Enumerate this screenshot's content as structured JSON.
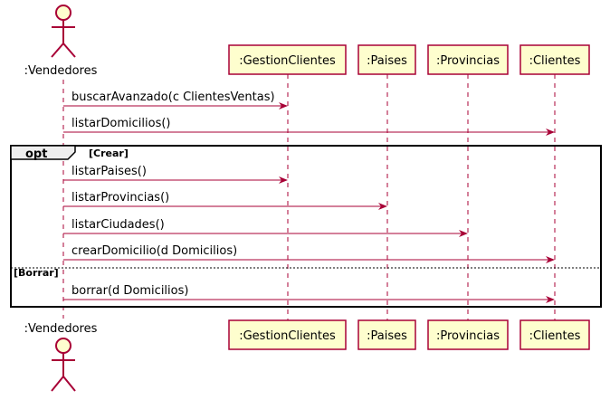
{
  "diagram": {
    "type": "sequence",
    "actor": {
      "name": ":Vendedores"
    },
    "participants": [
      {
        "id": "gestion",
        "name": ":GestionClientes"
      },
      {
        "id": "paises",
        "name": ":Paises"
      },
      {
        "id": "provincias",
        "name": ":Provincias"
      },
      {
        "id": "clientes",
        "name": ":Clientes"
      }
    ],
    "messages": [
      {
        "label": "buscarAvanzado(c ClientesVentas)",
        "from": "actor",
        "to": "gestion"
      },
      {
        "label": "listarDomicilios()",
        "from": "actor",
        "to": "clientes"
      },
      {
        "label": "listarPaises()",
        "from": "actor",
        "to": "gestion"
      },
      {
        "label": "listarProvincias()",
        "from": "actor",
        "to": "paises"
      },
      {
        "label": "listarCiudades()",
        "from": "actor",
        "to": "provincias"
      },
      {
        "label": "crearDomicilio(d Domicilios)",
        "from": "actor",
        "to": "clientes"
      },
      {
        "label": "borrar(d Domicilios)",
        "from": "actor",
        "to": "clientes"
      }
    ],
    "fragment": {
      "operator": "opt",
      "guard_1": "[Crear]",
      "guard_2": "[Borrar]"
    },
    "colors": {
      "arrow": "#A80036",
      "box_fill": "#FEFECE",
      "box_border": "#A80036",
      "lifeline": "#A80036",
      "fragment_border": "#000000",
      "fragment_header": "#EEEEEE"
    }
  }
}
